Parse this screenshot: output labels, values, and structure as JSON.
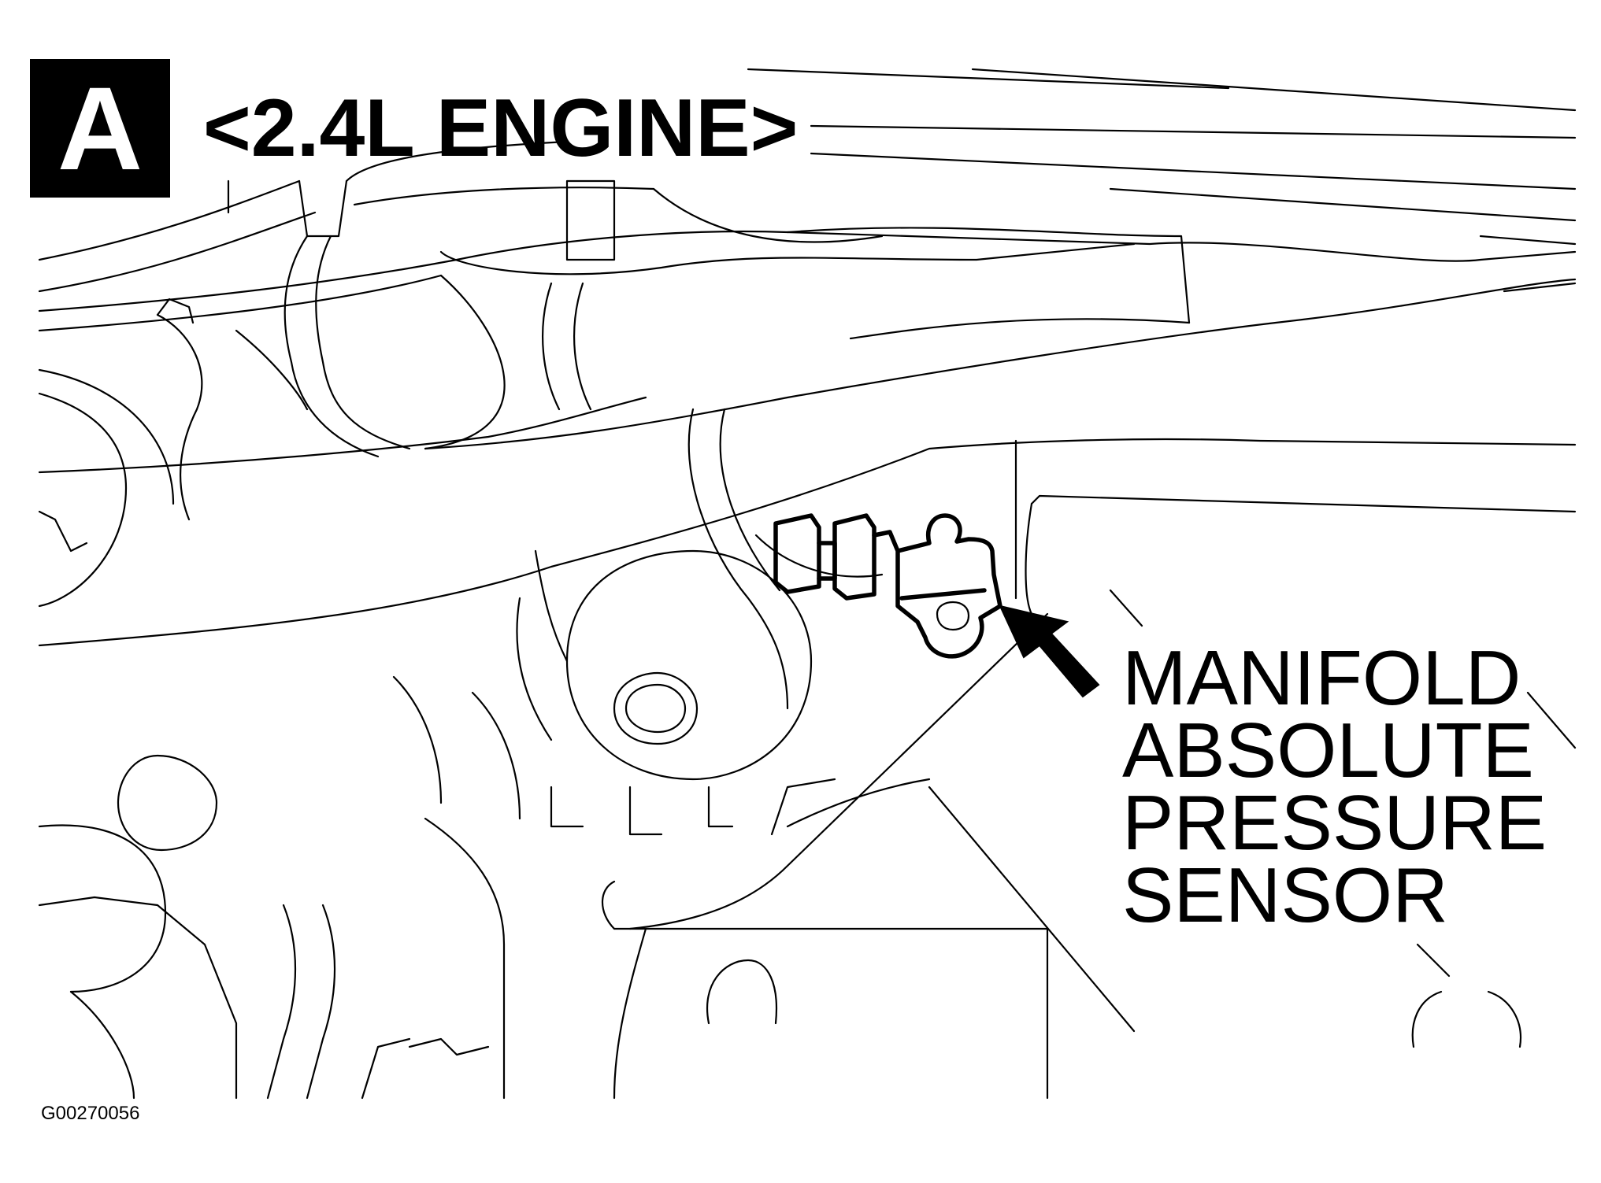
{
  "view_label": "A",
  "title": "<2.4L ENGINE>",
  "callout": {
    "lines": [
      "MANIFOLD",
      "ABSOLUTE",
      "PRESSURE",
      "SENSOR"
    ]
  },
  "figure_id": "G00270056",
  "icons": {
    "pointer": "arrow-pointer-icon"
  },
  "colors": {
    "ink": "#000000",
    "paper": "#ffffff"
  }
}
